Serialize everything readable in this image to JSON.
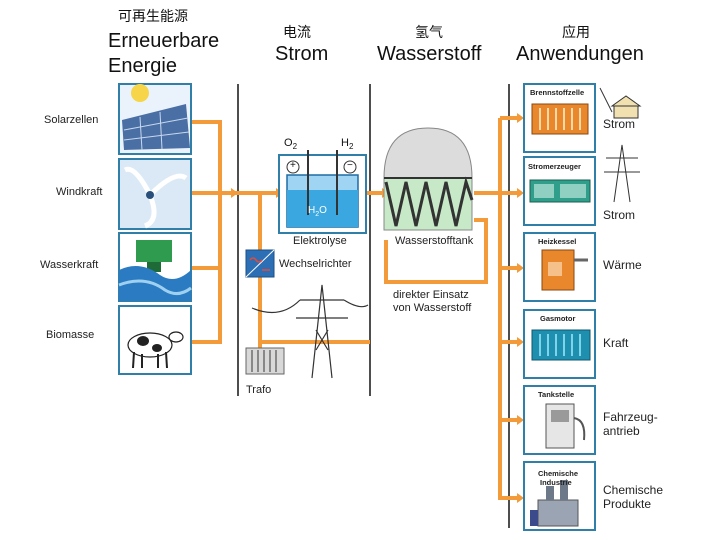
{
  "headers": {
    "renewable_cn": "可再生能源",
    "renewable_de_1": "Erneuerbare",
    "renewable_de_2": "Energie",
    "power_cn": "电流",
    "power_de": "Strom",
    "hydrogen_cn": "氢气",
    "hydrogen_de": "Wasserstoff",
    "applications_cn": "应用",
    "applications_de": "Anwendungen"
  },
  "sources": [
    {
      "label": "Solarzellen",
      "icon": "solar-panel-icon"
    },
    {
      "label": "Windkraft",
      "icon": "wind-turbine-icon"
    },
    {
      "label": "Wasserkraft",
      "icon": "hydro-plant-icon"
    },
    {
      "label": "Biomasse",
      "icon": "cow-icon"
    }
  ],
  "power_stage": {
    "electrolysis": "Elektrolyse",
    "o2": "O",
    "o2_sub": "2",
    "h2": "H",
    "h2_sub": "2",
    "plus": "+",
    "minus": "−",
    "water_h": "H",
    "water_sub": "2",
    "water_o": "O",
    "inverter": "Wechselrichter",
    "transformer": "Trafo"
  },
  "hydrogen_stage": {
    "tank": "Wasserstofftank",
    "direct_1": "direkter Einsatz",
    "direct_2": "von Wasserstoff"
  },
  "applications": [
    {
      "box_title": "Brennstoffzelle",
      "label_1": "Strom",
      "label_2": ""
    },
    {
      "box_title": "Stromerzeuger",
      "label_1": "Strom",
      "label_2": ""
    },
    {
      "box_title": "Heizkessel",
      "label_1": "Wärme",
      "label_2": ""
    },
    {
      "box_title": "Gasmotor",
      "label_1": "Kraft",
      "label_2": ""
    },
    {
      "box_title": "Tankstelle",
      "label_1": "Fahrzeug-",
      "label_2": "antrieb"
    },
    {
      "box_title": "Chemische",
      "box_title_2": "Industrie",
      "label_1": "Chemische",
      "label_2": "Produkte"
    }
  ],
  "colors": {
    "flow_orange": "#f39a3a",
    "box_border": "#2f7fa8",
    "divider": "#222222"
  }
}
